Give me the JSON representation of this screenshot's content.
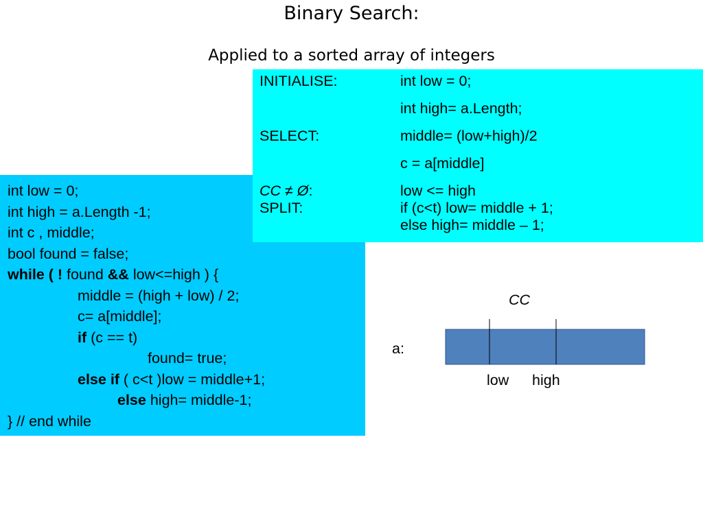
{
  "title": "Binary Search:",
  "subtitle": "Applied to a sorted array of integers",
  "init_box": {
    "rows": [
      {
        "label": "INITIALISE:",
        "value": "int low = 0;"
      },
      {
        "label": "",
        "value": "int high= a.Length;"
      },
      {
        "label": "SELECT:",
        "value": "middle= (low+high)/2"
      },
      {
        "label": "",
        "value": "c = a[middle]"
      },
      {
        "label_prefix": "CC ≠ Ø",
        "label_suffix": ":",
        "value": "low <= high"
      },
      {
        "label": "SPLIT:",
        "value": "if (c<t)  low= middle + 1;"
      },
      {
        "label": "",
        "value": "else  high= middle – 1;"
      }
    ]
  },
  "code": {
    "l1": "int low = 0;",
    "l2": "int high = a.Length -1;",
    "l3": "int c , middle;",
    "l4": "bool found = false;",
    "l5_kw1": "while ( !",
    "l5_t1": " found ",
    "l5_kw2": "&&",
    "l5_t2": " low<=high ) {",
    "l6": "middle = (high + low) / 2;",
    "l7": "c= a[middle];",
    "l8_kw": "if",
    "l8_t": " (c == t)",
    "l9": "found= true;",
    "l10_kw": "else if",
    "l10_t": " ( c<t )low = middle+1;",
    "l11_kw": "else",
    "l11_t": " high= middle-1;",
    "l12": "} // end while"
  },
  "diagram": {
    "array_label": "a:",
    "cc_label": "CC",
    "low_label": "low",
    "high_label": "high",
    "cell_color": "#4f81bd"
  }
}
